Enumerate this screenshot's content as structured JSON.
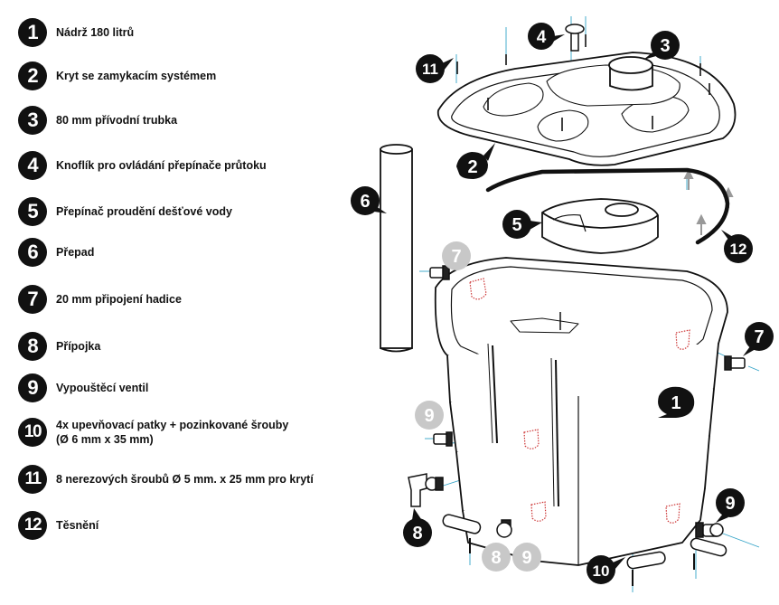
{
  "legend": {
    "items": [
      {
        "num": "1",
        "text": "Nádrž 180 litrů"
      },
      {
        "num": "2",
        "text": "Kryt se zamykacím systémem"
      },
      {
        "num": "3",
        "text": "80 mm přívodní trubka"
      },
      {
        "num": "4",
        "text": "Knoflík pro ovládání přepínače průtoku"
      },
      {
        "num": "5",
        "text": "Přepínač proudění dešťové vody"
      },
      {
        "num": "6",
        "text": " Přepad"
      },
      {
        "num": "7",
        "text": "20 mm připojení hadice"
      },
      {
        "num": "8",
        "text": "Přípojka"
      },
      {
        "num": "9",
        "text": "Vypouštěcí ventil"
      },
      {
        "num": "10",
        "text": "4x upevňovací patky + pozinkované šrouby\n (Ø 6 mm x 35 mm)"
      },
      {
        "num": "11",
        "text": "8 nerezových šroubů Ø 5 mm. x 25 mm pro krytí"
      },
      {
        "num": "12",
        "text": "Těsnění"
      }
    ]
  },
  "diagram": {
    "callouts": {
      "c1": "1",
      "c2": "2",
      "c3": "3",
      "c4": "4",
      "c5": "5",
      "c6": "6",
      "c7a": "7",
      "c7b": "7",
      "c8a": "8",
      "c8b": "8",
      "c9a": "9",
      "c9b": "9",
      "c9c": "9",
      "c10": "10",
      "c11": "11",
      "c12": "12"
    },
    "colors": {
      "ink": "#111111",
      "gray_badge": "#c8c8c8",
      "hole": "#cc3333",
      "leader": "#33a3c7"
    }
  }
}
